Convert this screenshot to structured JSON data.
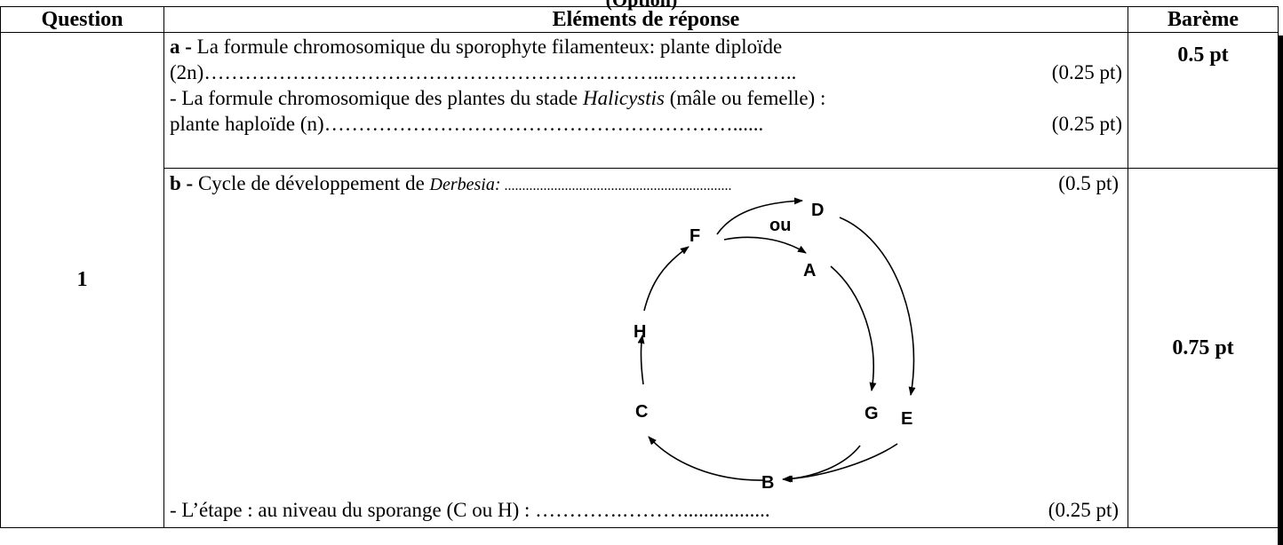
{
  "header": {
    "overflow_text": "(Option)",
    "col_question": "Question",
    "col_elements": "Eléments de réponse",
    "col_bareme": "Barème"
  },
  "row_a": {
    "line1_bold": "a - ",
    "line1_text": "La formule chromosomique du sporophyte filamenteux: plante diploïde",
    "line2_left": "(2n)…………………………………………………………..……………….. ",
    "line2_right": "(0.25 pt)",
    "line3_pre": " - La formule chromosomique des plantes du stade ",
    "line3_italic": "Halicystis",
    "line3_post": " (mâle ou femelle) :",
    "line4_left": "plante haploïde (n)……………………………………………………......",
    "line4_right": "(0.25 pt)",
    "points": "0.5 pt"
  },
  "row_b": {
    "question_number": "1",
    "line1_bold": "b - ",
    "line1_pre": "Cycle de développement de ",
    "line1_italic": "Derbesia:",
    "line1_dots": " ................................................................",
    "line1_right": "(0.5 pt)",
    "last_left": "- L’étape : au niveau du sporange (C ou H) : ………….……….................",
    "last_right": "(0.25 pt)",
    "points": "0.75 pt"
  },
  "cycle": {
    "labels": {
      "A": "A",
      "B": "B",
      "C": "C",
      "D": "D",
      "E": "E",
      "F": "F",
      "G": "G",
      "H": "H",
      "ou": "ou"
    }
  }
}
